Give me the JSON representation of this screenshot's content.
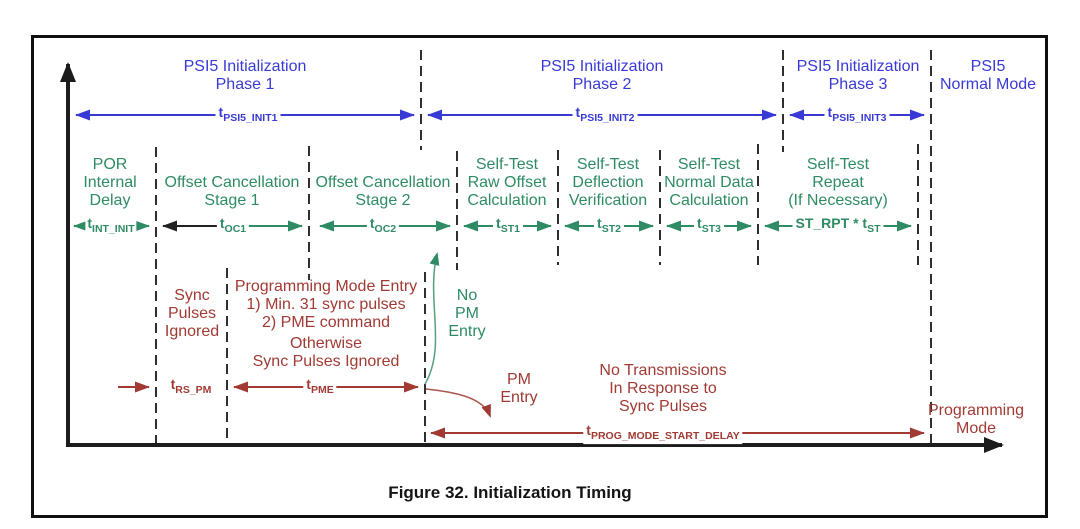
{
  "figure_caption": "Figure 32. Initialization Timing",
  "colors": {
    "blue": "#3939d6",
    "green": "#2e8b63",
    "red": "#a13a33",
    "axis": "#1c1c1c"
  },
  "top_row": {
    "phase1": {
      "line1": "PSI5 Initialization",
      "line2": "Phase 1",
      "t_pre": "t",
      "t_sub": "PSI5_INIT1"
    },
    "phase2": {
      "line1": "PSI5 Initialization",
      "line2": "Phase 2",
      "t_pre": "t",
      "t_sub": "PSI5_INIT2"
    },
    "phase3": {
      "line1": "PSI5 Initialization",
      "line2": "Phase 3",
      "t_pre": "t",
      "t_sub": "PSI5_INIT3"
    },
    "normal_mode": {
      "line1": "PSI5",
      "line2": "Normal Mode"
    }
  },
  "stage_row": {
    "por": {
      "line1": "POR",
      "line2": "Internal",
      "line3": "Delay",
      "t_pre": "t",
      "t_sub": "INT_INIT"
    },
    "oc1": {
      "line1": "Offset Cancellation",
      "line2": "Stage 1",
      "t_pre": "t",
      "t_sub": "OC1"
    },
    "oc2": {
      "line1": "Offset Cancellation",
      "line2": "Stage 2",
      "t_pre": "t",
      "t_sub": "OC2"
    },
    "st1": {
      "line1": "Self-Test",
      "line2": "Raw Offset",
      "line3": "Calculation",
      "t_pre": "t",
      "t_sub": "ST1"
    },
    "st2": {
      "line1": "Self-Test",
      "line2": "Deflection",
      "line3": "Verification",
      "t_pre": "t",
      "t_sub": "ST2"
    },
    "st3": {
      "line1": "Self-Test",
      "line2": "Normal Data",
      "line3": "Calculation",
      "t_pre": "t",
      "t_sub": "ST3"
    },
    "st_rpt": {
      "line1": "Self-Test",
      "line2": "Repeat",
      "line3": "(If Necessary)",
      "t_pre": "ST_RPT * t",
      "t_sub": "ST"
    }
  },
  "bottom_row": {
    "sync_ignored": {
      "line1": "Sync",
      "line2": "Pulses",
      "line3": "Ignored"
    },
    "pme_note": {
      "line1": "Programming Mode Entry",
      "line2": "1) Min. 31 sync pulses",
      "line3": "2) PME command",
      "line4": "Otherwise",
      "line5": "Sync Pulses Ignored"
    },
    "t_rs_pm": {
      "t_pre": "t",
      "t_sub": "RS_PM"
    },
    "t_pme": {
      "t_pre": "t",
      "t_sub": "PME"
    },
    "no_pm_entry": {
      "line1": "No",
      "line2": "PM",
      "line3": "Entry"
    },
    "pm_entry": {
      "line1": "PM",
      "line2": "Entry"
    },
    "no_transmissions": {
      "line1": "No Transmissions",
      "line2": "In Response to",
      "line3": "Sync Pulses"
    },
    "t_prog": {
      "t_pre": "t",
      "t_sub": "PROG_MODE_START_DELAY"
    },
    "programming_mode": {
      "line1": "Programming",
      "line2": "Mode"
    }
  }
}
